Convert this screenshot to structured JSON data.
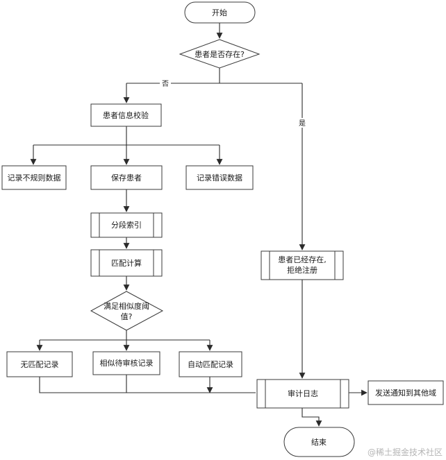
{
  "diagram": {
    "nodes": {
      "start": "开始",
      "patient_exists": "患者是否存在?",
      "verify_info": "患者信息校验",
      "record_irregular": "记录不规则数据",
      "save_patient": "保存患者",
      "record_error": "记录错误数据",
      "segment_index": "分段索引",
      "match_calc": "匹配计算",
      "similarity_line1": "满足相似度阈",
      "similarity_line2": "值?",
      "no_match": "无匹配记录",
      "similar_pending": "相似待审核记录",
      "auto_match": "自动匹配记录",
      "exists_line1": "患者已经存在,",
      "exists_line2": "拒绝注册",
      "audit_log": "审计日志",
      "send_notice": "发送通知到其他域",
      "end": "结束"
    },
    "edge_labels": {
      "no": "否",
      "yes": "是"
    },
    "watermark": "@稀土掘金技术社区"
  }
}
